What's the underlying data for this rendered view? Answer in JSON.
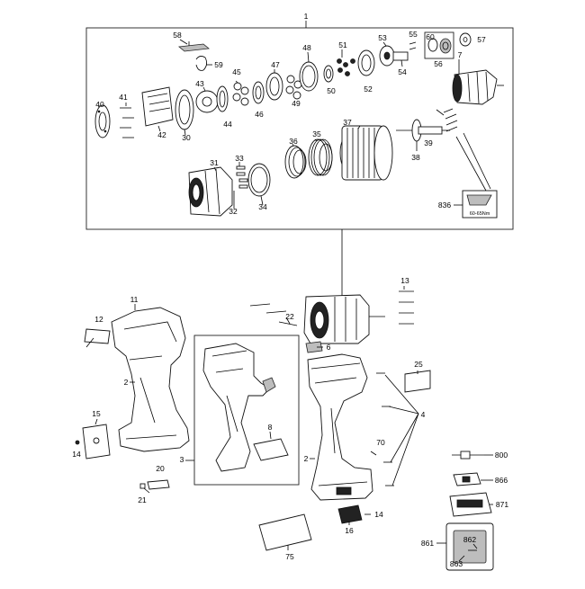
{
  "diagram": {
    "callouts": {
      "p1": "1",
      "p58": "58",
      "p59": "59",
      "p43": "43",
      "p45": "45",
      "p47": "47",
      "p48": "48",
      "p51": "51",
      "p53": "53",
      "p55": "55",
      "p60": "60",
      "p57": "57",
      "p56": "56",
      "p7": "7",
      "p54": "54",
      "p52": "52",
      "p50": "50",
      "p49": "49",
      "p46": "46",
      "p44": "44",
      "p30": "30",
      "p42": "42",
      "p41": "41",
      "p40": "40",
      "p37": "37",
      "p35": "35",
      "p36": "36",
      "p39": "39",
      "p38": "38",
      "p31": "31",
      "p33": "33",
      "p32": "32",
      "p34": "34",
      "p836": "836",
      "p13": "13",
      "p11": "11",
      "p12": "12",
      "p22": "22",
      "p6": "6",
      "p25": "25",
      "p4": "4",
      "p2a": "2",
      "p2b": "2",
      "p3": "3",
      "p15": "15",
      "p14a": "14",
      "p8": "8",
      "p70": "70",
      "p20": "20",
      "p21": "21",
      "p14b": "14",
      "p16": "16",
      "p75": "75",
      "p800": "800",
      "p866": "866",
      "p871": "871",
      "p861": "861",
      "p862": "862",
      "p863": "863"
    },
    "torque_label": "60-65Nm"
  }
}
